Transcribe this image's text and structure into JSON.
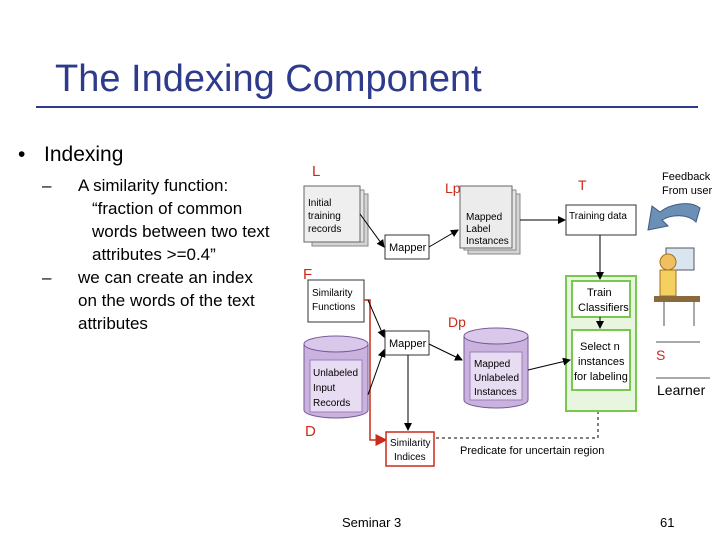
{
  "slide": {
    "title": "The Indexing Component",
    "bullet_marker": "•",
    "bullet": "Indexing",
    "dash": "–",
    "sub_bullets": [
      [
        "A similarity function:",
        "“fraction of common",
        "words between two text",
        "attributes >=0.4”"
      ],
      [
        "we can create an index",
        "on the words of the text",
        "attributes"
      ]
    ],
    "footer_center": "Seminar 3",
    "footer_page": "61"
  },
  "diagram": {
    "L_label": "L",
    "initial_records": [
      "Initial",
      "training",
      "records"
    ],
    "mapper_top": "Mapper",
    "Lp_label": "Lp",
    "mapped_label": [
      "Mapped",
      "Label",
      "Instances"
    ],
    "T_label": "T",
    "training_data": "Training data",
    "feedback": [
      "Feedback",
      "From user"
    ],
    "F_label": "F",
    "similarity_functions": [
      "Similarity",
      "Functions"
    ],
    "Dp_label": "Dp",
    "train_classifiers": [
      "Train",
      "Classifiers"
    ],
    "mapper_bottom": "Mapper",
    "unlabeled_input": [
      "Unlabeled",
      "Input",
      "Records"
    ],
    "mapped_unlabeled": [
      "Mapped",
      "Unlabeled",
      "Instances"
    ],
    "select_n": [
      "Select n",
      "instances",
      "for labeling"
    ],
    "S_label": "S",
    "learner": "Learner",
    "D_label": "D",
    "similarity_indices": [
      "Similarity",
      "Indices"
    ],
    "predicate": "Predicate for uncertain region",
    "colors": {
      "label_red": "#cc2a1a",
      "green": "#78c850",
      "db_purple": "#c9b2de",
      "box_gray": "#d4d4d4"
    }
  }
}
